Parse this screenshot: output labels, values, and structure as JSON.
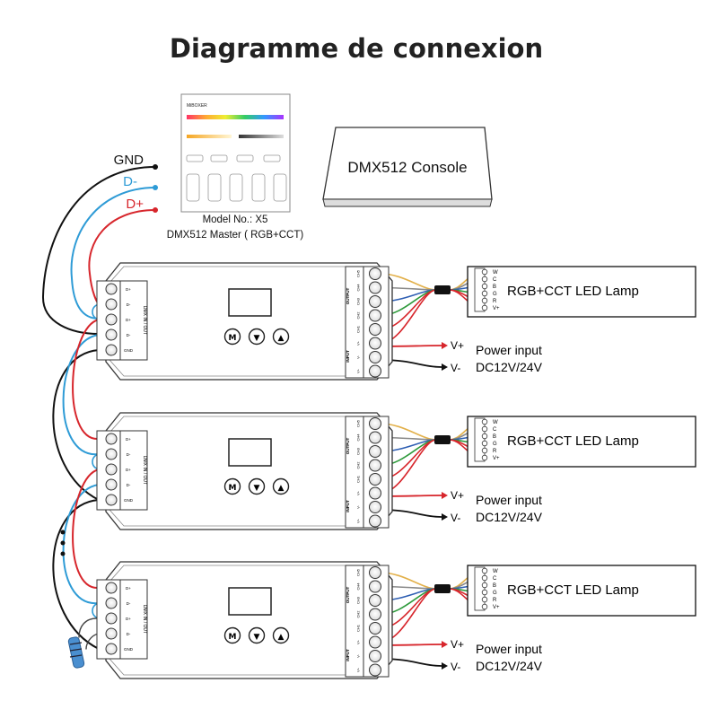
{
  "title": "Diagramme de connexion",
  "bus": {
    "gnd": "GND",
    "dminus": "D-",
    "dplus": "D+"
  },
  "master_panel": {
    "brand": "MiBOXER",
    "model_line": "Model No.: X5",
    "description": "DMX512 Master ( RGB+CCT)"
  },
  "console": {
    "label": "DMX512 Console"
  },
  "decoder": {
    "buttons": [
      "M",
      "▼",
      "▲"
    ],
    "dmx_label": "DMX IN / OUT",
    "output_label": "OUTPUT",
    "input_label": "INPUT",
    "left_terminals": [
      "D+",
      "D-",
      "D+",
      "D-",
      "GND"
    ],
    "right_terminals": [
      "CH5",
      "CH4",
      "CH3",
      "CH2",
      "CH1",
      "V+",
      "V-",
      "V+"
    ]
  },
  "lamp": {
    "label": "RGB+CCT LED Lamp",
    "pins": [
      "W",
      "C",
      "B",
      "G",
      "R",
      "V+"
    ]
  },
  "power": {
    "vplus": "V+",
    "vminus": "V-",
    "label": "Power input",
    "voltage": "DC12V/24V"
  },
  "units": [
    {
      "name": "decoder-1"
    },
    {
      "name": "decoder-2"
    },
    {
      "name": "decoder-3",
      "terminator": true
    }
  ],
  "colors": {
    "gnd": "#111111",
    "dminus": "#2e9bd6",
    "dplus": "#d7262c",
    "white": "#e2b04a",
    "cool": "#8a8a8a",
    "blue": "#2f5fb3",
    "green": "#2f9a3c",
    "red": "#d7262c",
    "vplus": "#d7262c"
  }
}
